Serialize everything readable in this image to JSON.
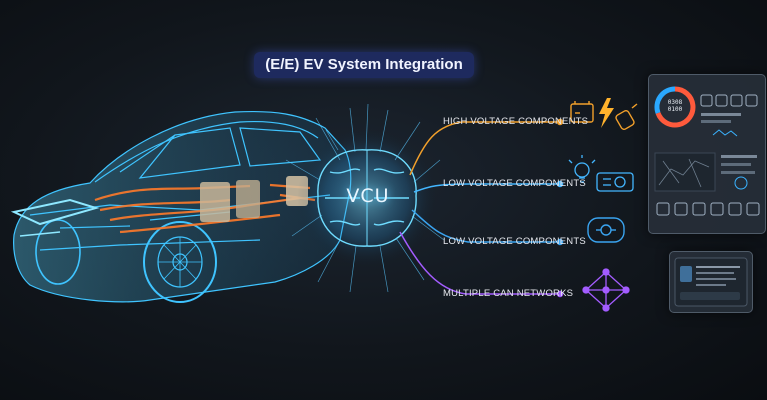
{
  "title": "(E/E) EV System Integration",
  "vcu_label": "VCU",
  "connections": [
    {
      "label": "HIGH VOLTAGE COMPONENTS",
      "color": "#f2a02b"
    },
    {
      "label": "LOW VOLTAGE COMPONENTS",
      "color": "#43b6ff"
    },
    {
      "label": "LOW VOLTAGE COMPONENTS",
      "color": "#3aa4f0"
    },
    {
      "label": "MULTIPLE CAN NETWORKS",
      "color": "#a35cff"
    }
  ],
  "dashboard": {
    "gauge_top": "0308",
    "gauge_bottom": "0100"
  },
  "colors": {
    "background": "#11161c",
    "car_wire": "#3fc4ff",
    "car_core": "#ff7a2a",
    "title_bg": "#1e2a5e"
  }
}
